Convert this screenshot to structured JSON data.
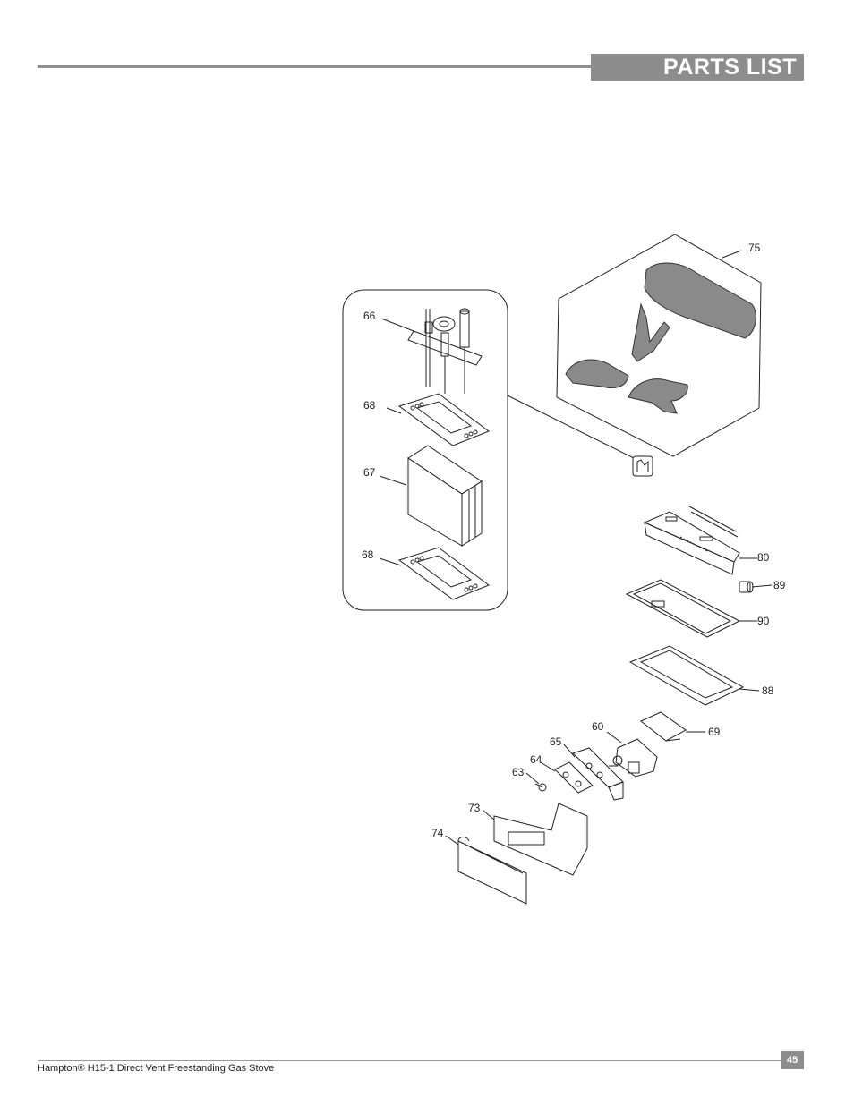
{
  "header": {
    "title": "PARTS LIST"
  },
  "callouts": {
    "c75": "75",
    "c66": "66",
    "c68a": "68",
    "c67": "67",
    "c68b": "68",
    "c80": "80",
    "c89": "89",
    "c90": "90",
    "c88": "88",
    "c69": "69",
    "c60": "60",
    "c65": "65",
    "c64": "64",
    "c63": "63",
    "c73": "73",
    "c74": "74"
  },
  "footer": {
    "document_title": "Hampton® H15-1 Direct Vent Freestanding Gas Stove",
    "page_number": "45"
  }
}
